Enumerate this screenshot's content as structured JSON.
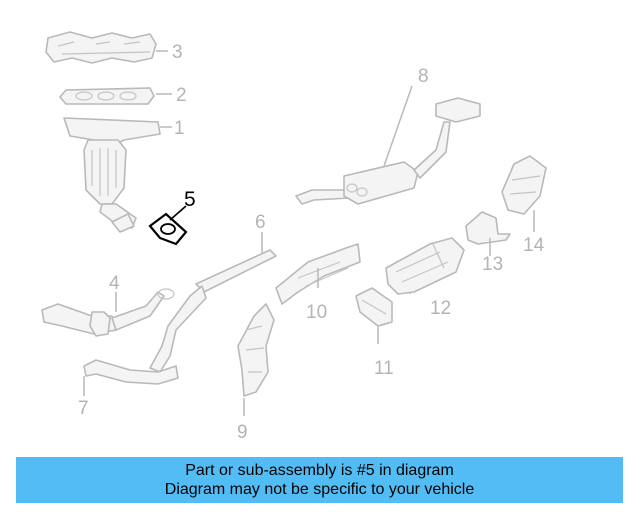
{
  "callouts": {
    "n1": "1",
    "n2": "2",
    "n3": "3",
    "n4": "4",
    "n5": "5",
    "n6": "6",
    "n7": "7",
    "n8": "8",
    "n9": "9",
    "n10": "10",
    "n11": "11",
    "n12": "12",
    "n13": "13",
    "n14": "14"
  },
  "highlighted_part": "5",
  "colors": {
    "highlight_stroke": "#000000",
    "parts": "#b9b9b9",
    "banner": "#52bdf5"
  },
  "banner": {
    "line1": "Part or sub-assembly is #5 in diagram",
    "line2": "Diagram may not be specific to your vehicle"
  }
}
